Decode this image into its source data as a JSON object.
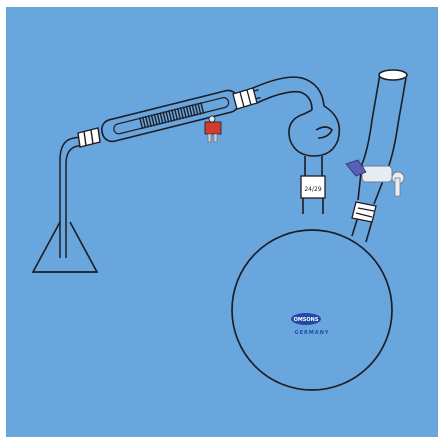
{
  "apparatus": {
    "joint_label": "24/29",
    "brand": "OMSONS",
    "country": "GERMANY"
  },
  "colors": {
    "panel": "#69a6de",
    "outline": "#1d1d24",
    "glass_fill": "#d8e8f5",
    "clip_red": "#d23b2f",
    "coil": "#1f1f25",
    "logo_blue": "#2348a6",
    "stopcock_purple": "#5b5fb6"
  }
}
